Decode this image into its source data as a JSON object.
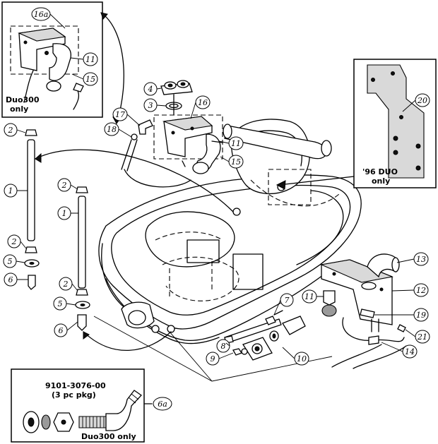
{
  "insets": {
    "duo300_bracket": {
      "label_line1": "Duo300",
      "label_line2": "only"
    },
    "duo96": {
      "label_line1": "'96 DUO",
      "label_line2": "only"
    },
    "part6a": {
      "part_number": "9101-3076-00",
      "pkg": "(3 pc pkg)",
      "note": "Duo300 only"
    }
  },
  "callouts": {
    "c1a": "1",
    "c1b": "1",
    "c2a": "2",
    "c2b": "2",
    "c2c": "2",
    "c2d": "2",
    "c3": "3",
    "c4": "4",
    "c5a": "5",
    "c5b": "5",
    "c6a": "6",
    "c6b": "6",
    "c6alt": "6a",
    "c7": "7",
    "c8": "8",
    "c9": "9",
    "c10": "10",
    "c11a": "11",
    "c11b": "11",
    "c11c": "11",
    "c12": "12",
    "c13": "13",
    "c14": "14",
    "c15a": "15",
    "c15b": "15",
    "c16": "16",
    "c16a": "16a",
    "c17": "17",
    "c18": "18",
    "c19": "19",
    "c20": "20",
    "c21": "21"
  }
}
